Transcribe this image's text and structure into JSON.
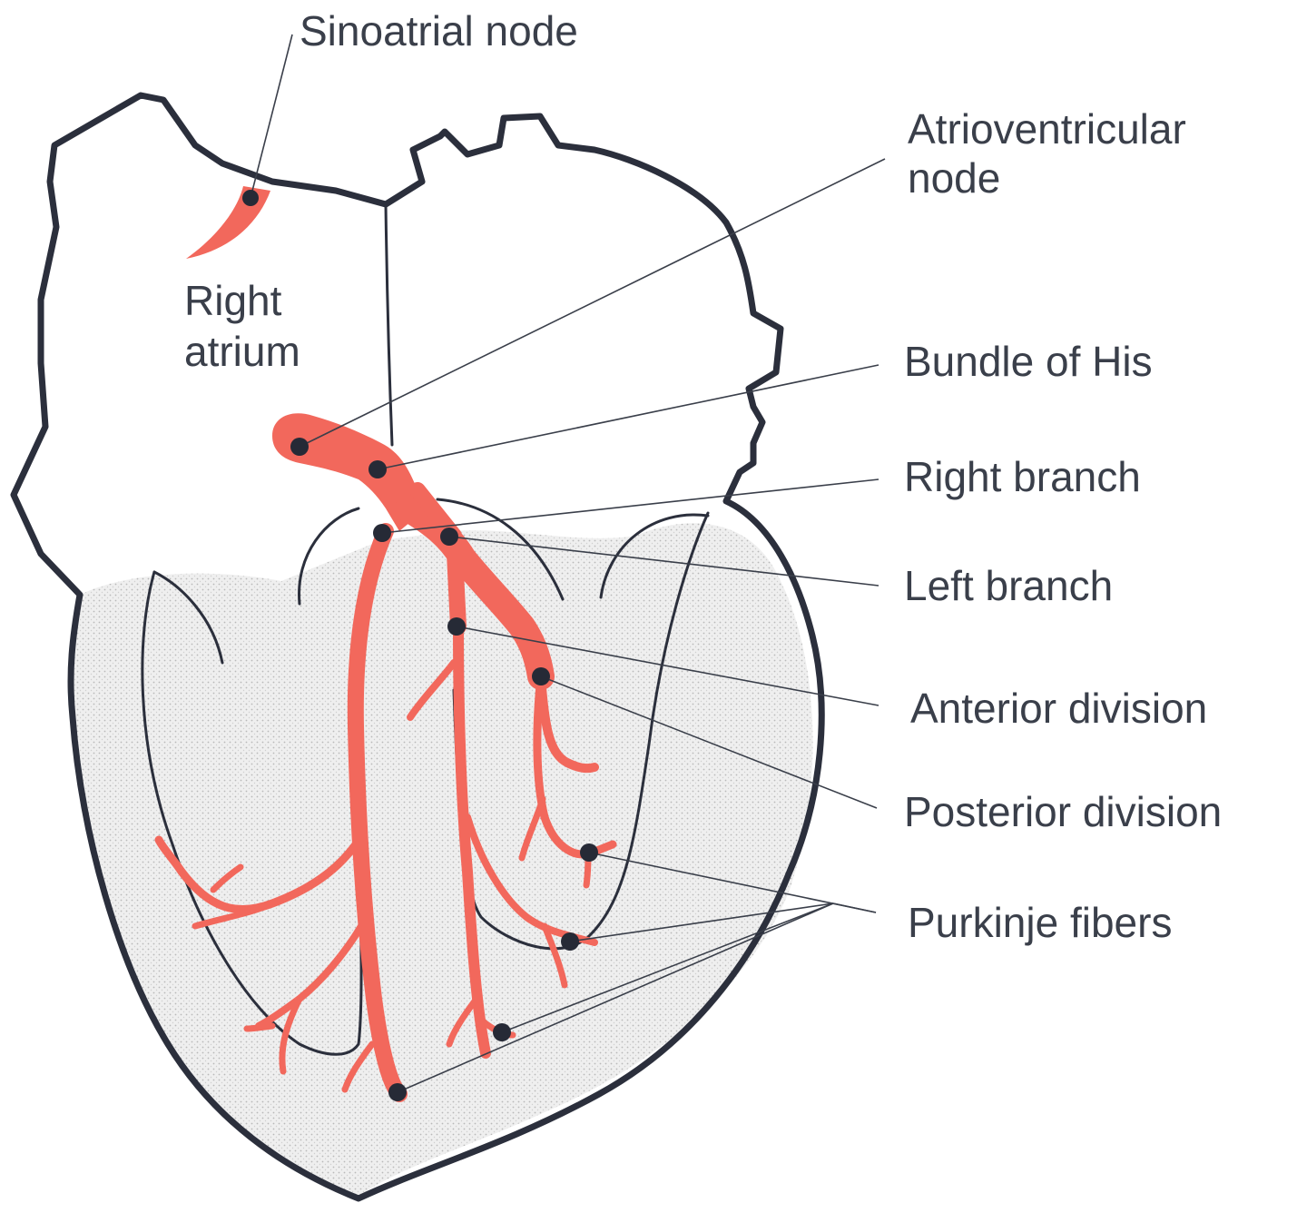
{
  "diagram": {
    "labels": {
      "sinoatrial_node": "Sinoatrial node",
      "atrioventricular_line1": "Atrioventricular",
      "atrioventricular_line2": "node",
      "right_atrium_line1": "Right",
      "right_atrium_line2": "atrium",
      "bundle_of_his": "Bundle of His",
      "right_branch": "Right branch",
      "left_branch": "Left branch",
      "anterior_division": "Anterior division",
      "posterior_division": "Posterior division",
      "purkinje_fibers": "Purkinje fibers"
    },
    "colors": {
      "conduction": "#f2685c",
      "outline": "#2b2f3c",
      "ventricle_fill": "#ececec",
      "text": "#3a3f4a"
    }
  }
}
